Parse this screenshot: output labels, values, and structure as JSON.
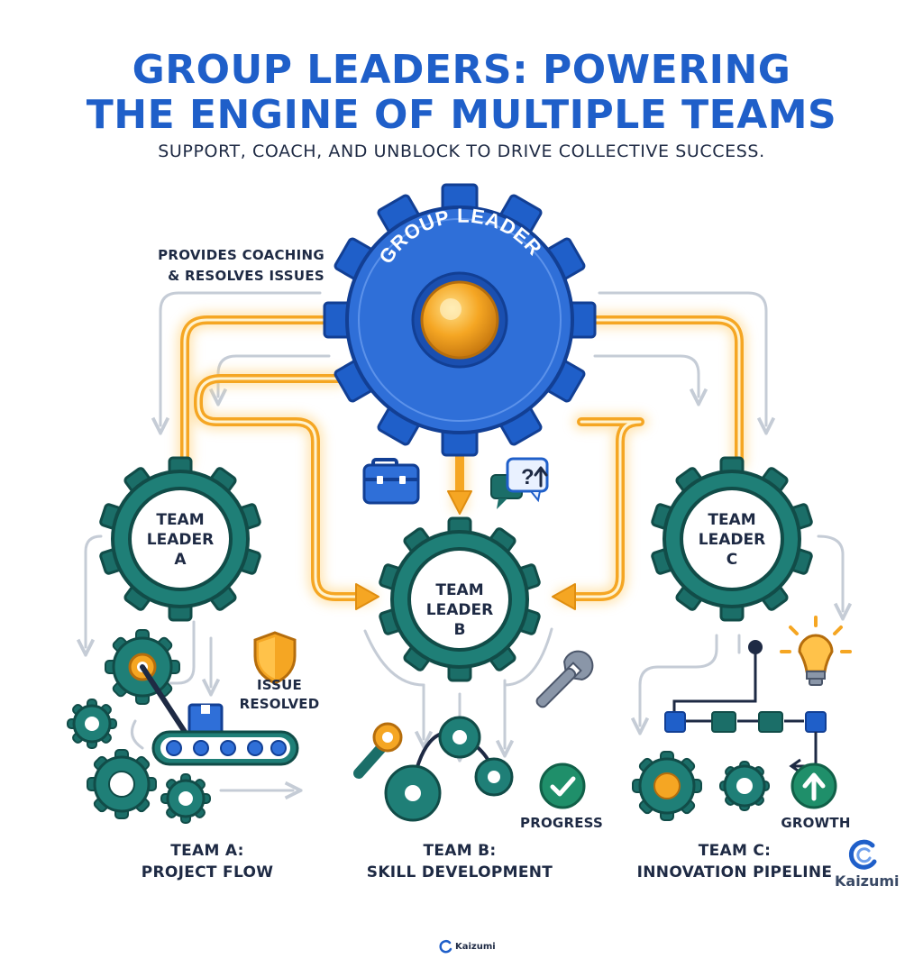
{
  "header": {
    "title_line1": "GROUP LEADERS: POWERING",
    "title_line2": "THE ENGINE OF MULTIPLE TEAMS",
    "subtitle": "SUPPORT, COACH, AND UNBLOCK TO DRIVE COLLECTIVE SUCCESS."
  },
  "callout": {
    "line1": "PROVIDES COACHING",
    "line2": "& RESOLVES ISSUES"
  },
  "group_leader": {
    "label": "GROUP LEADER"
  },
  "team_leaders": [
    {
      "line1": "TEAM",
      "line2": "LEADER",
      "line3": "A"
    },
    {
      "line1": "TEAM",
      "line2": "LEADER",
      "line3": "B"
    },
    {
      "line1": "TEAM",
      "line2": "LEADER",
      "line3": "C"
    }
  ],
  "badges": {
    "issue_line1": "ISSUE",
    "issue_line2": "RESOLVED",
    "progress": "PROGRESS",
    "growth": "GROWTH"
  },
  "teams": [
    {
      "line1": "TEAM A:",
      "line2": "PROJECT FLOW"
    },
    {
      "line1": "TEAM B:",
      "line2": "SKILL DEVELOPMENT"
    },
    {
      "line1": "TEAM C:",
      "line2": "INNOVATION PIPELINE"
    }
  ],
  "brand": {
    "name": "Kaizumi",
    "footer": "Kaizumi"
  },
  "icons": [
    "briefcase-icon",
    "question-chat-icon",
    "shield-icon",
    "wrench-icon",
    "check-icon",
    "up-arrow-icon",
    "lightbulb-icon",
    "kaizumi-logo-icon"
  ],
  "colors": {
    "primary_blue": "#1f5fc9",
    "teal": "#1b6e68",
    "orange": "#f5a623",
    "text_dark": "#1e2a44",
    "arrow_grey": "#c5ccd6"
  }
}
